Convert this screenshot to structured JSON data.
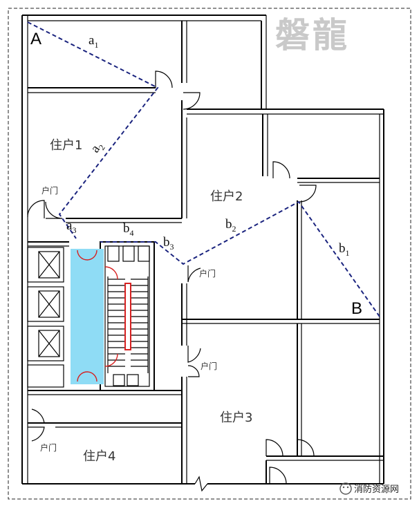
{
  "watermark": "磐龍",
  "credit": "消防资源网",
  "points": {
    "start": "A",
    "end": "B"
  },
  "units": [
    "住户1",
    "住户2",
    "住户3",
    "住户4"
  ],
  "door_label": "户门",
  "route_a": [
    {
      "letter": "a",
      "sub": "1"
    },
    {
      "letter": "a",
      "sub": "2"
    },
    {
      "letter": "a",
      "sub": "3"
    }
  ],
  "route_b": [
    {
      "letter": "b",
      "sub": "1"
    },
    {
      "letter": "b",
      "sub": "2"
    },
    {
      "letter": "b",
      "sub": "3"
    },
    {
      "letter": "b",
      "sub": "4"
    }
  ],
  "colors": {
    "route": "#1a237e",
    "corridor": "#8fdcf5",
    "fire_door": "#d62020",
    "watermark": "#c9c9c9"
  }
}
